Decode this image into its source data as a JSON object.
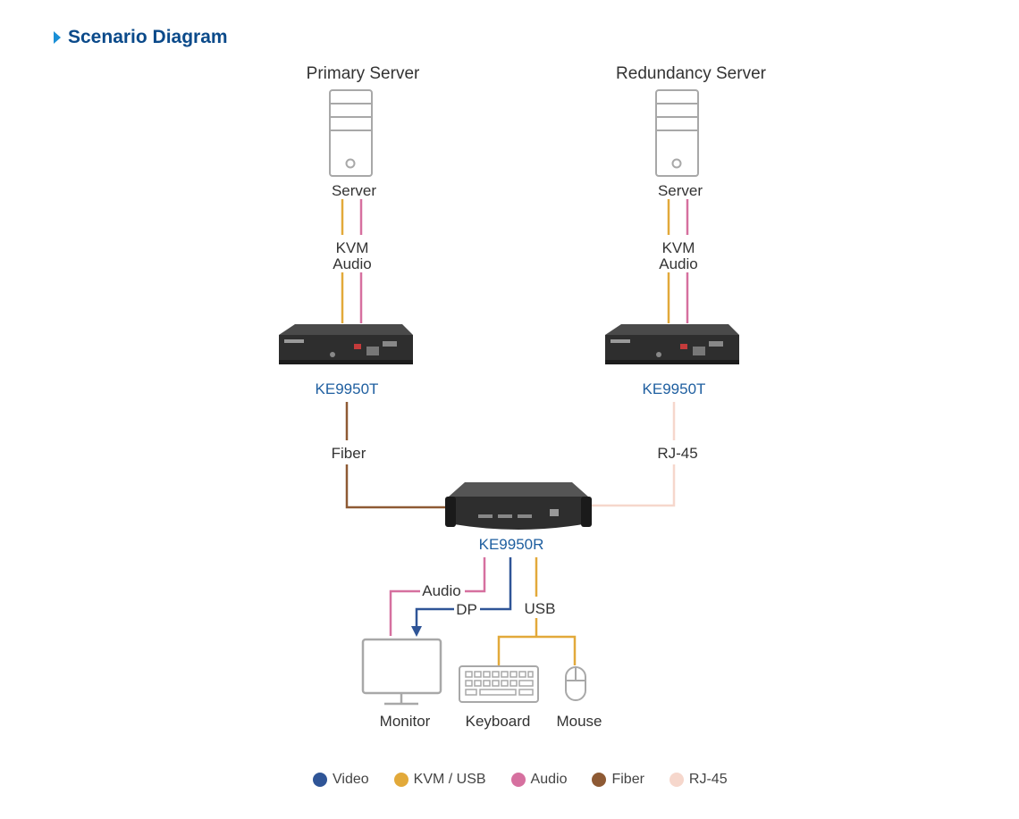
{
  "section": {
    "title": "Scenario Diagram"
  },
  "servers": {
    "primary": {
      "title": "Primary Server",
      "label": "Server"
    },
    "redundancy": {
      "title": "Redundancy Server",
      "label": "Server"
    }
  },
  "links": {
    "primary_kvm": "KVM",
    "primary_audio": "Audio",
    "redundancy_kvm": "KVM",
    "redundancy_audio": "Audio",
    "fiber": "Fiber",
    "rj45": "RJ-45",
    "audio": "Audio",
    "dp": "DP",
    "usb": "USB"
  },
  "devices": {
    "transmitter_primary": "KE9950T",
    "transmitter_redundancy": "KE9950T",
    "receiver": "KE9950R",
    "monitor": "Monitor",
    "keyboard": "Keyboard",
    "mouse": "Mouse"
  },
  "legend": [
    {
      "label": "Video",
      "color": "#2f5597"
    },
    {
      "label": "KVM / USB",
      "color": "#e2a93a"
    },
    {
      "label": "Audio",
      "color": "#d6709f"
    },
    {
      "label": "Fiber",
      "color": "#8e5a34"
    },
    {
      "label": "RJ-45",
      "color": "#f6d7cc"
    }
  ],
  "colors": {
    "video": "#2f5597",
    "kvm_usb": "#e2a93a",
    "audio": "#d6709f",
    "fiber": "#8e5a34",
    "rj45": "#f6d7cc",
    "icon_outline": "#a8a8a8",
    "device_body": "#2e2e2e"
  }
}
